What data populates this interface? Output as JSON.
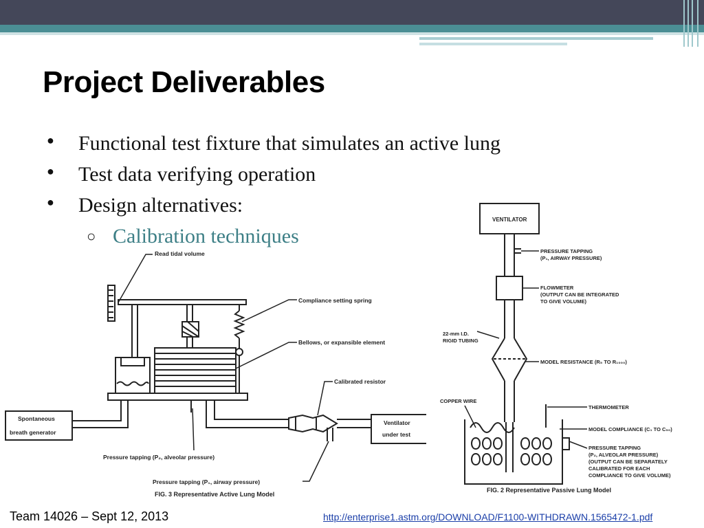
{
  "slide": {
    "title": "Project Deliverables",
    "bullets": [
      {
        "marker": "●",
        "text": "Functional test fixture that simulates an active lung"
      },
      {
        "marker": "●",
        "text": "Test data verifying operation"
      },
      {
        "marker": "●",
        "text": "Design alternatives:"
      }
    ],
    "sub_bullet": {
      "marker": "○",
      "text": "Calibration techniques"
    },
    "accent_color": "#3d7f86"
  },
  "figure_active": {
    "caption": "FIG. 3 Representative Active Lung Model",
    "labels": {
      "read_tidal": "Read tidal volume",
      "compliance_spring": "Compliance setting spring",
      "bellows": "Bellows, or expansible element",
      "resistor": "Calibrated resistor",
      "spont_line1": "Spontaneous",
      "spont_line2": "breath generator",
      "vent_line1": "Ventilator",
      "vent_line2": "under test",
      "p2": "Pressure tapping (P₂, alveolar pressure)",
      "p1": "Pressure tapping (P₁, airway pressure)"
    }
  },
  "figure_passive": {
    "caption": "FIG. 2 Representative Passive Lung Model",
    "labels": {
      "ventilator": "VENTILATOR",
      "pt1_line1": "PRESSURE TAPPING",
      "pt1_line2": "(P₁, AIRWAY PRESSURE)",
      "flow_line1": "FLOWMETER",
      "flow_line2": "(OUTPUT CAN BE INTEGRATED",
      "flow_line3": "TO GIVE VOLUME)",
      "tubing_line1": "22-mm I.D.",
      "tubing_line2": "RIGID TUBING",
      "resistance": "MODEL RESISTANCE (R₅ TO R₁₀₀₀)",
      "copper": "COPPER WIRE",
      "thermo": "THERMOMETER",
      "compliance": "MODEL COMPLIANCE (C₁ TO C₅₀)",
      "pt2_line1": "PRESSURE TAPPING",
      "pt2_line2": "(P₂, ALVEOLAR PRESSURE)",
      "pt2_line3": "(OUTPUT CAN BE SEPARATELY",
      "pt2_line4": "CALIBRATED FOR EACH",
      "pt2_line5": "COMPLIANCE TO GIVE VOLUME)"
    }
  },
  "footer": {
    "team": "Team 14026 – Sept 12, 2013",
    "link": "http://enterprise1.astm.org/DOWNLOAD/F1100-WITHDRAWN.1565472-1.pdf"
  }
}
